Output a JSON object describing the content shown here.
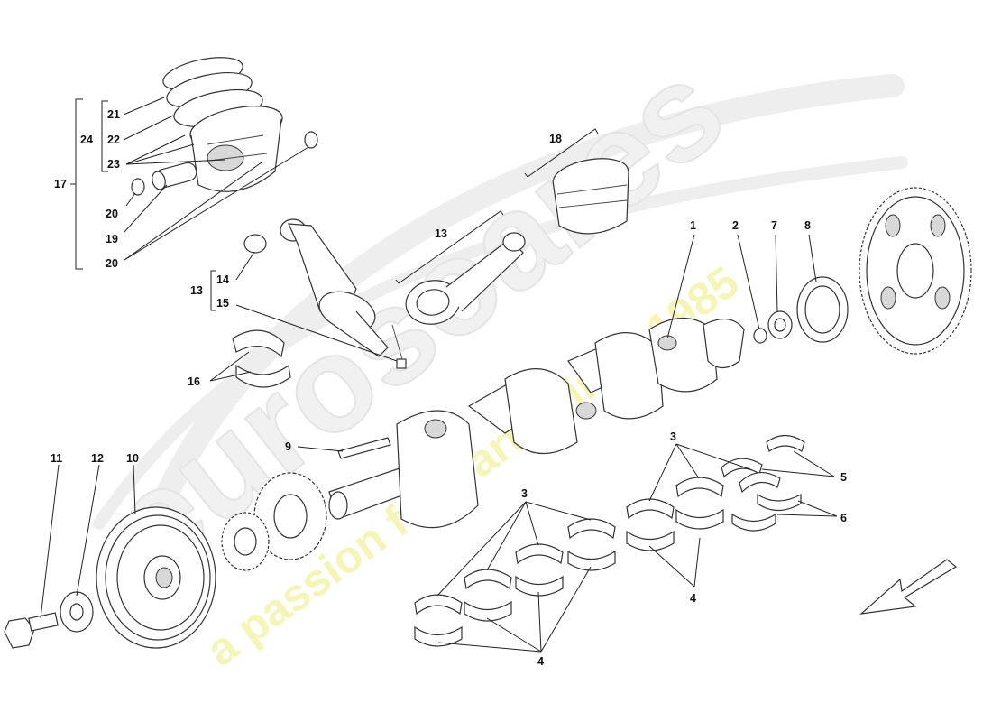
{
  "watermark": {
    "brand": "eurosoares",
    "tagline": "a passion for parts since 1985"
  },
  "callouts": [
    {
      "id": "1",
      "text": "1"
    },
    {
      "id": "2",
      "text": "2"
    },
    {
      "id": "3a",
      "text": "3"
    },
    {
      "id": "3b",
      "text": "3"
    },
    {
      "id": "4a",
      "text": "4"
    },
    {
      "id": "4b",
      "text": "4"
    },
    {
      "id": "5",
      "text": "5"
    },
    {
      "id": "6",
      "text": "6"
    },
    {
      "id": "7",
      "text": "7"
    },
    {
      "id": "8",
      "text": "8"
    },
    {
      "id": "9",
      "text": "9"
    },
    {
      "id": "10",
      "text": "10"
    },
    {
      "id": "11",
      "text": "11"
    },
    {
      "id": "12",
      "text": "12"
    },
    {
      "id": "13a",
      "text": "13"
    },
    {
      "id": "13b",
      "text": "13"
    },
    {
      "id": "14",
      "text": "14"
    },
    {
      "id": "15",
      "text": "15"
    },
    {
      "id": "16",
      "text": "16"
    },
    {
      "id": "17",
      "text": "17"
    },
    {
      "id": "18",
      "text": "18"
    },
    {
      "id": "19",
      "text": "19"
    },
    {
      "id": "20a",
      "text": "20"
    },
    {
      "id": "20b",
      "text": "20"
    },
    {
      "id": "21",
      "text": "21"
    },
    {
      "id": "22",
      "text": "22"
    },
    {
      "id": "23",
      "text": "23"
    },
    {
      "id": "24",
      "text": "24"
    }
  ],
  "colors": {
    "line": "#222222",
    "watermark_logo": "#eeeeee",
    "watermark_text": "#f3f3a8"
  },
  "icons": {
    "direction": "arrow-down-left-icon"
  }
}
